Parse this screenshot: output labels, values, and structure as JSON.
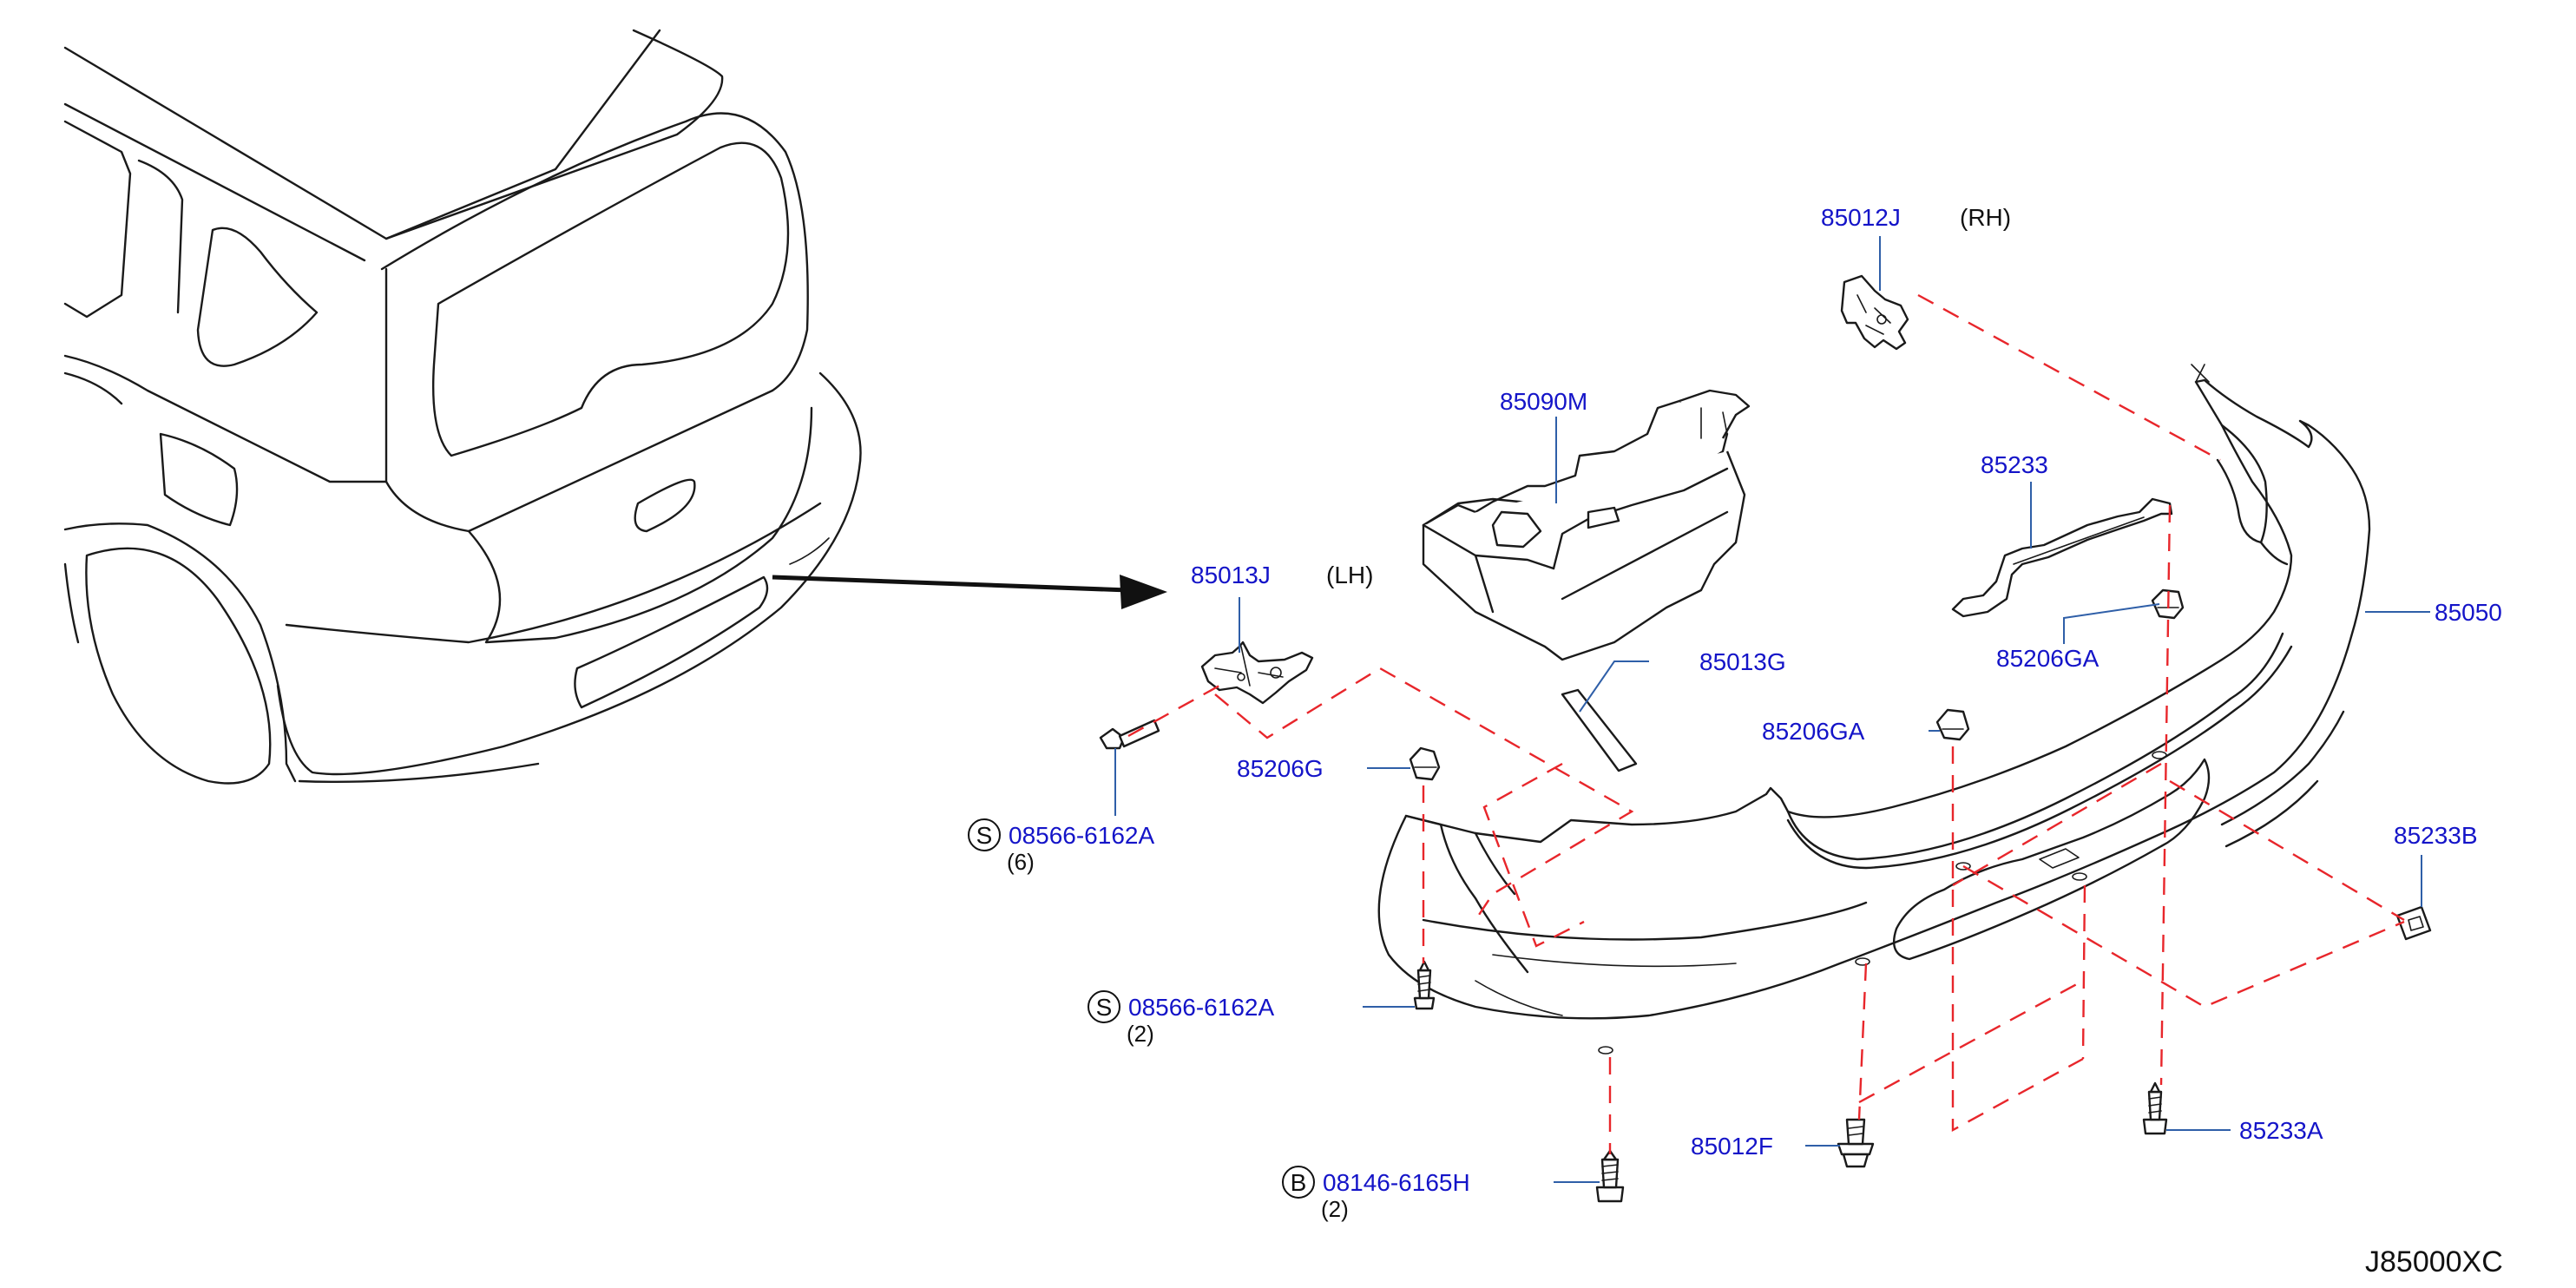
{
  "diagram": {
    "diagram_code": "J85000XC",
    "parts": {
      "p85012J": "85012J",
      "p85012J_side": "(RH)",
      "p85090M": "85090M",
      "p85233": "85233",
      "p85206GA_top": "85206GA",
      "p85050": "85050",
      "p85013J": "85013J",
      "p85013J_side": "(LH)",
      "p85013G": "85013G",
      "p85206GA_mid": "85206GA",
      "p85206G": "85206G",
      "p85233B": "85233B",
      "s_screw_left": "08566-6162A",
      "s_screw_left_badge": "S",
      "s_screw_left_qty": "(6)",
      "s_screw_lower": "08566-6162A",
      "s_screw_lower_badge": "S",
      "s_screw_lower_qty": "(2)",
      "b_bolt": "08146-6165H",
      "b_bolt_badge": "B",
      "b_bolt_qty": "(2)",
      "p85012F": "85012F",
      "p85233A": "85233A"
    }
  },
  "colors": {
    "part_number": "#1414c8",
    "assembly_dash": "#e8262b",
    "leader": "#2f5fa8",
    "outline": "#1a1a1a"
  }
}
